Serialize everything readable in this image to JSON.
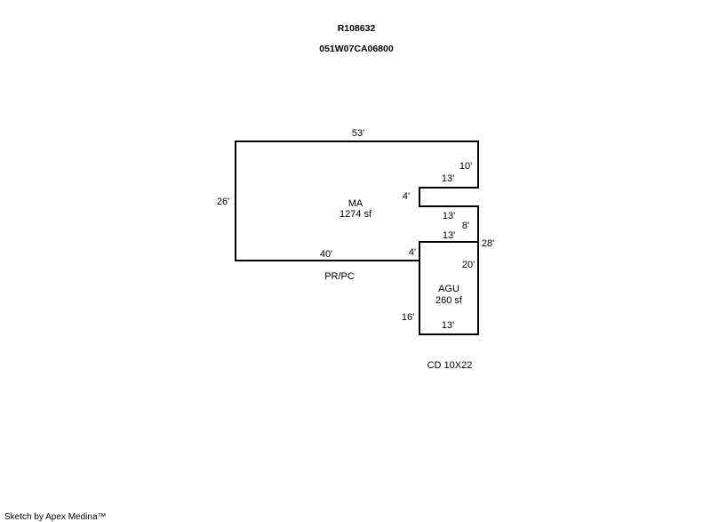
{
  "header": {
    "parcel_id": "R108632",
    "map_number": "051W07CA06800"
  },
  "areas": {
    "main": {
      "code": "MA",
      "area": "1274 sf"
    },
    "garage": {
      "code": "AGU",
      "area": "260 sf"
    }
  },
  "dimensions": {
    "top": "53'",
    "right_upper": "10'",
    "notch_top": "13'",
    "notch_depth": "4'",
    "left": "26'",
    "notch_bottom": "13'",
    "right_middle": "8'",
    "garage_top": "13'",
    "right_total": "28'",
    "step": "4'",
    "bottom": "40'",
    "garage_right": "20'",
    "garage_left": "16'",
    "garage_bottom": "13'"
  },
  "annotations": {
    "porch": "PR/PC",
    "deck": "CD 10X22"
  },
  "footer": {
    "credit": "Sketch by Apex Medina™"
  }
}
